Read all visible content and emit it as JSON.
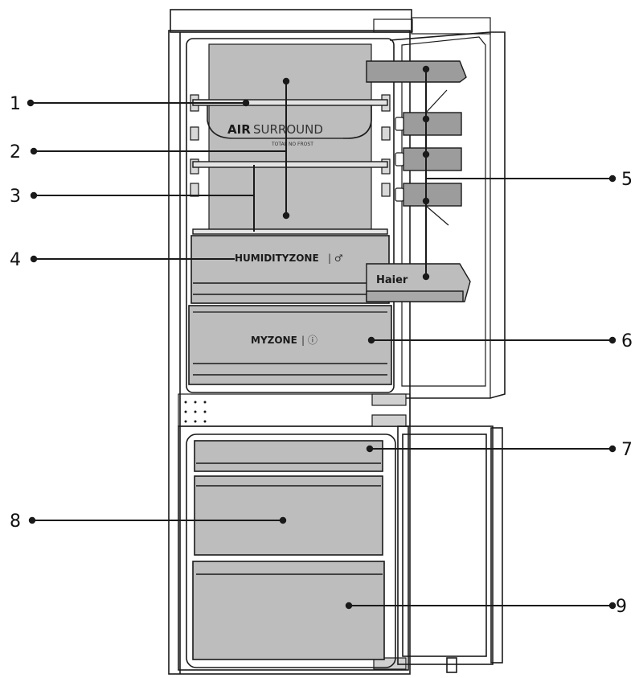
{
  "colors": {
    "outline": "#1a1a1a",
    "shelf_gray": "#a8a8a8",
    "panel_gray": "#bdbdbd",
    "door_bin_gray": "#9c9c9c",
    "background": "#ffffff"
  },
  "labels": {
    "air_surround_bold": "AIR",
    "air_surround_rest": "SURROUND",
    "total_no_frost": "TOTAL NO FROST",
    "humidity_zone": "HUMIDITYZONE",
    "humidity_icon": "| ♂",
    "my_zone": "MYZONE",
    "my_zone_icon": "| ⓘ",
    "brand": "Haier"
  },
  "callouts": [
    {
      "number": "1"
    },
    {
      "number": "2"
    },
    {
      "number": "3"
    },
    {
      "number": "4"
    },
    {
      "number": "5"
    },
    {
      "number": "6"
    },
    {
      "number": "7"
    },
    {
      "number": "8"
    },
    {
      "number": "9"
    }
  ]
}
